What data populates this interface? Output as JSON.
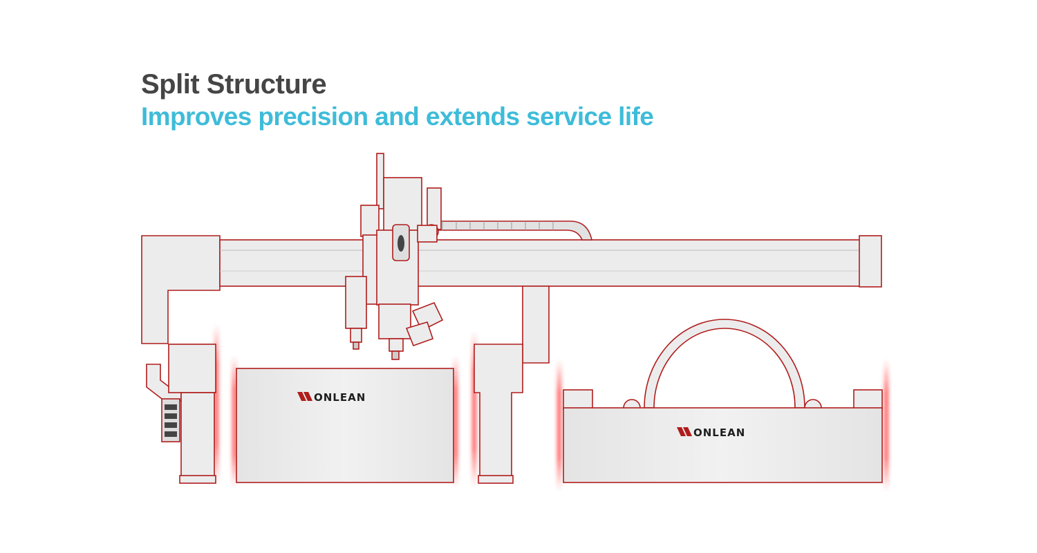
{
  "heading": {
    "title": "Split Structure",
    "subtitle": "Improves precision and extends service life"
  },
  "brand": {
    "name": "WONLEAN",
    "logo_text": "ONLEAN"
  },
  "colors": {
    "title": "#454545",
    "subtitle": "#3ebcd9",
    "outline": "#b01c1c",
    "glow": "#ff2a2a",
    "body": "#ececec"
  },
  "icons": {
    "brand_mark": "double-slash-logo-icon"
  }
}
